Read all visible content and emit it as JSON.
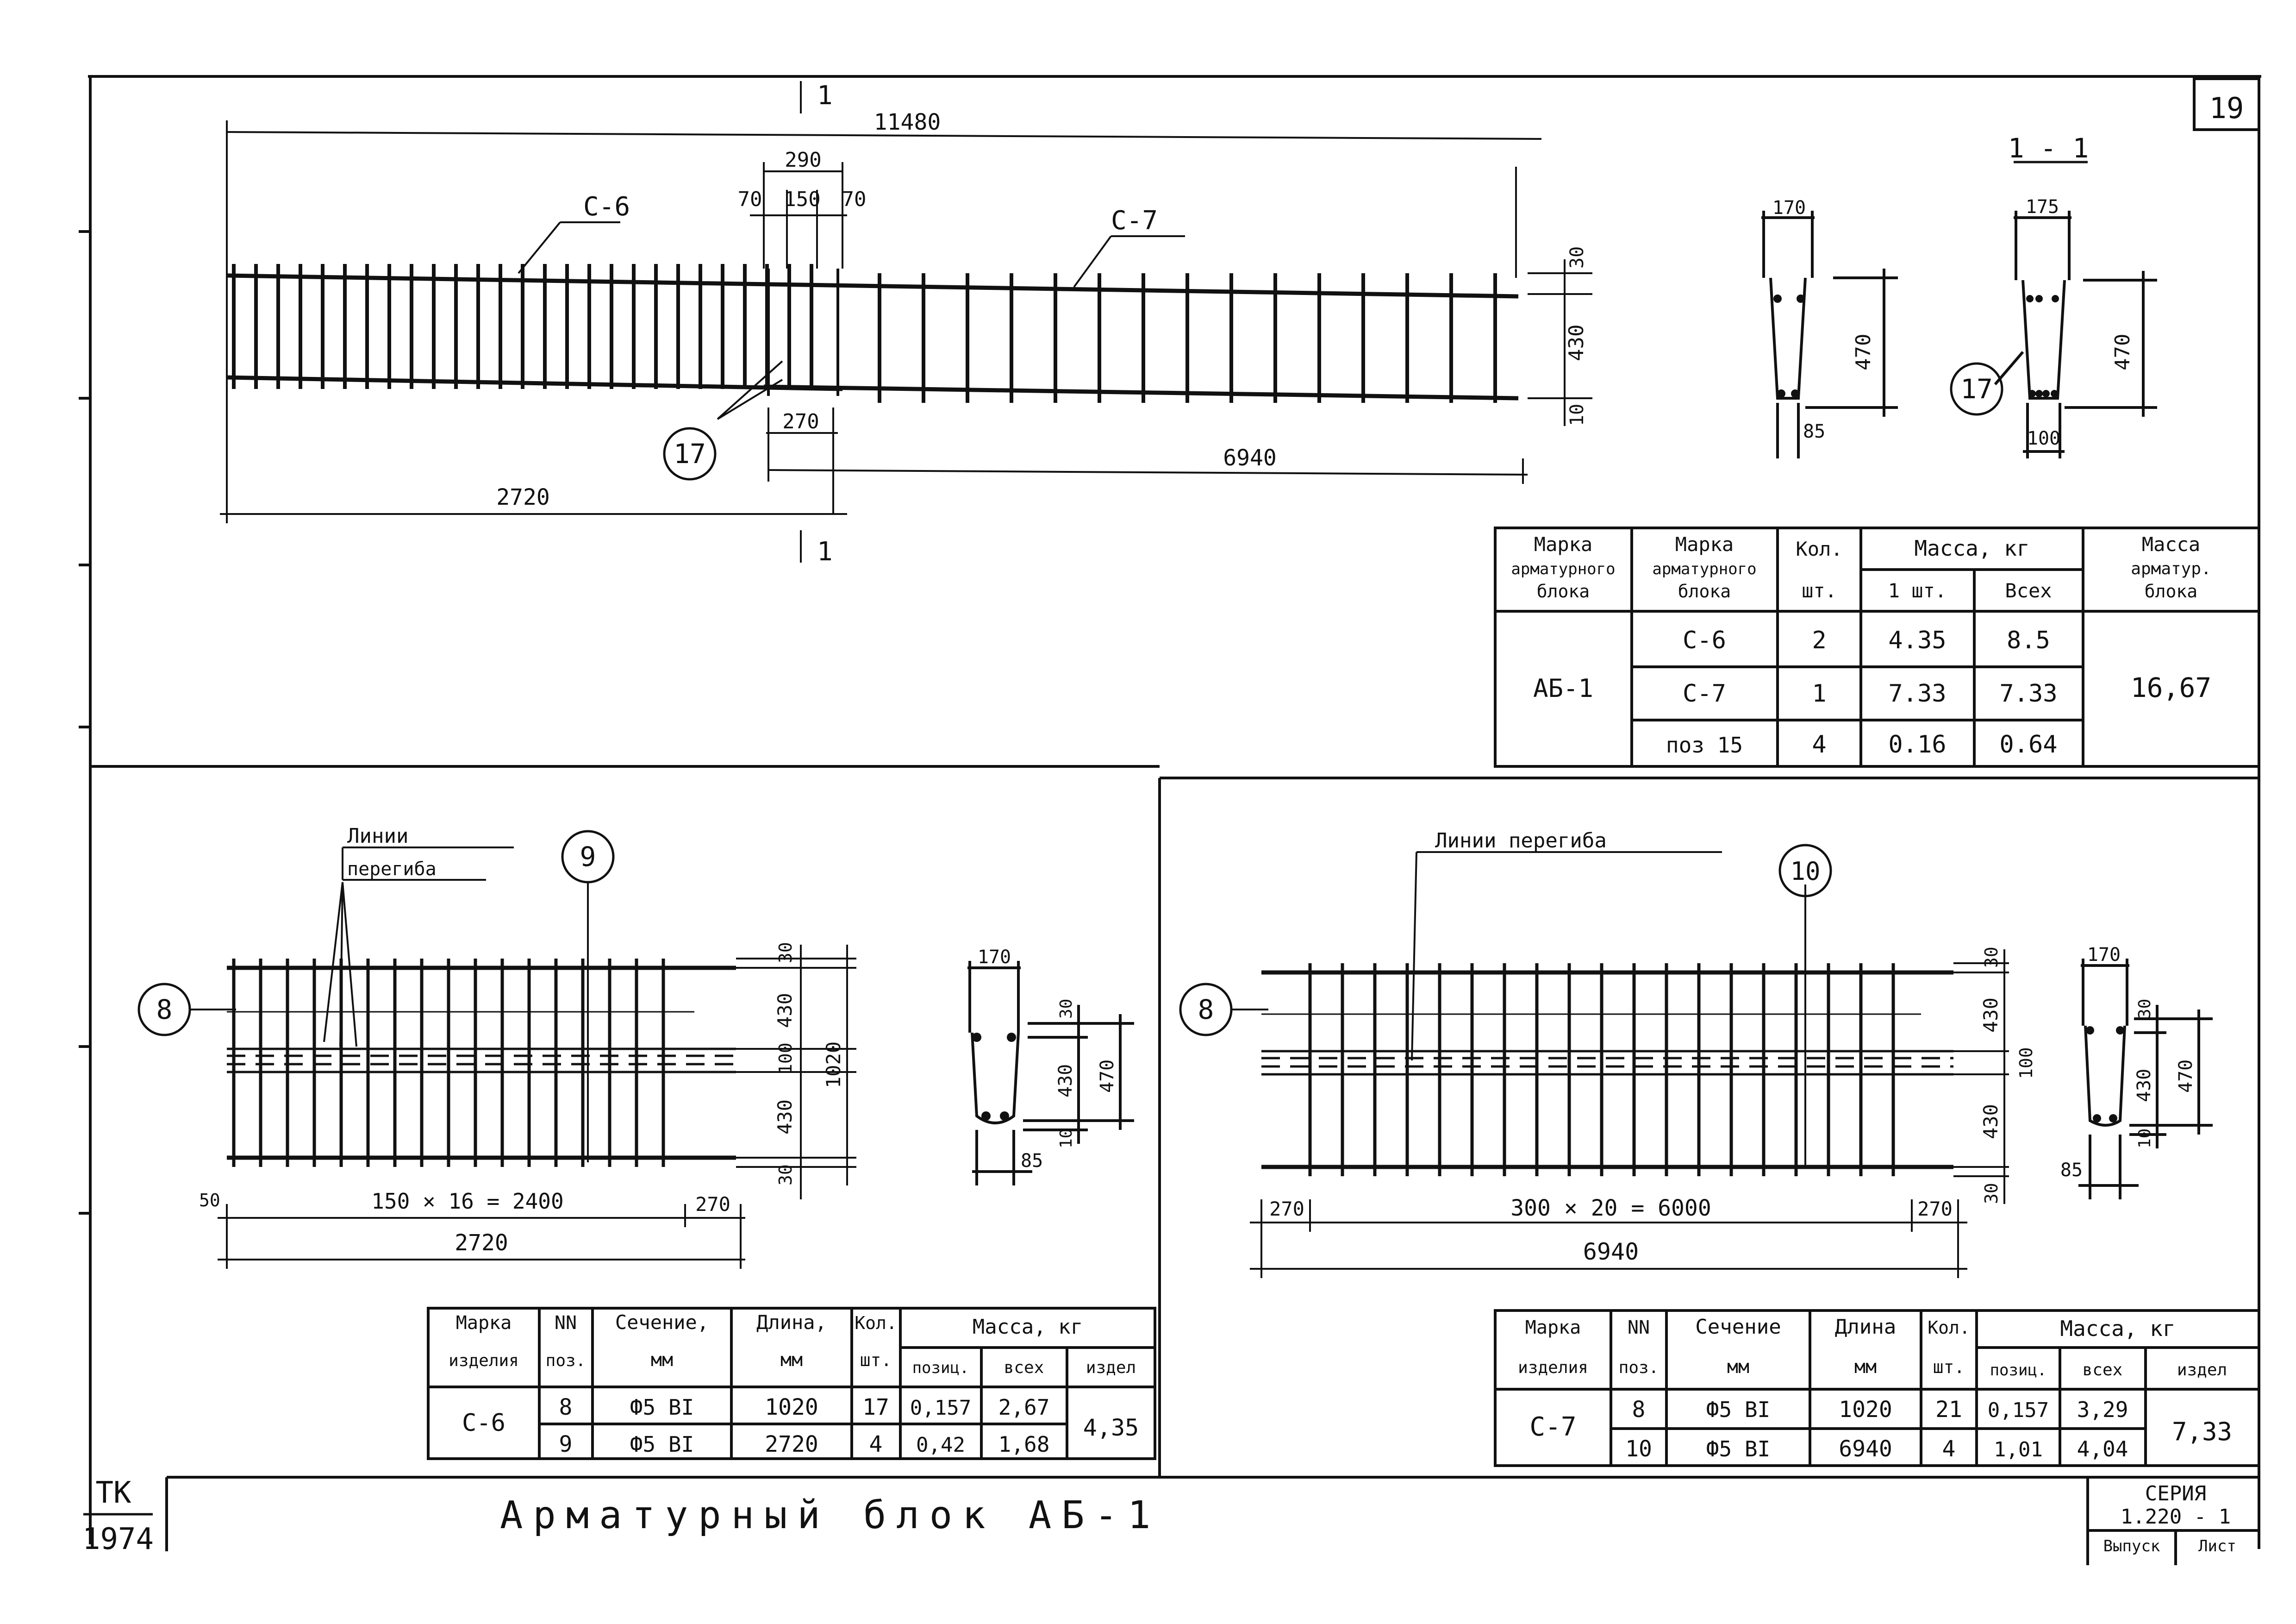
{
  "sheet": {
    "number": "19",
    "title": "Арматурный блок АБ-1",
    "stamp_top": "ТК",
    "stamp_year": "1974",
    "series_label": "СЕРИЯ",
    "series_value": "1.220 - 1",
    "issue_label": "Выпуск",
    "sheet_label": "Лист"
  },
  "top_drawing": {
    "mark_c6": "С-6",
    "mark_c7": "С-7",
    "section_mark": "1",
    "dim_total": "11480",
    "dim_290": "290",
    "dim_70a": "70",
    "dim_150": "150",
    "dim_70b": "70",
    "dim_30": "30",
    "dim_430": "430",
    "dim_10": "10",
    "dim_270": "270",
    "dim_6940": "6940",
    "dim_2720": "2720",
    "pos_17": "17",
    "sec_left": {
      "w_top": "170",
      "h": "470",
      "w_bot": "85"
    },
    "sec_right": {
      "title": "1 - 1",
      "w_top": "175",
      "h": "470",
      "w_bot": "100",
      "pos": "17"
    }
  },
  "block_table": {
    "h_mark_block": [
      "Марка",
      "арматурного",
      "блока"
    ],
    "h_mark_part": [
      "Марка",
      "арматурного",
      "блока"
    ],
    "h_count": [
      "Кол.",
      "шт."
    ],
    "h_mass": "Масса, кг",
    "h_one": "1 шт.",
    "h_all": "Всех",
    "h_total": [
      "Масса",
      "арматур.",
      "блока"
    ],
    "block": "АБ-1",
    "rows": [
      {
        "part": "С-6",
        "count": "2",
        "one": "4.35",
        "all": "8.5"
      },
      {
        "part": "С-7",
        "count": "1",
        "one": "7.33",
        "all": "7.33"
      },
      {
        "part": "поз 15",
        "count": "4",
        "one": "0.16",
        "all": "0.64"
      }
    ],
    "total": "16,67"
  },
  "c6_drawing": {
    "bend_label_1": "Линии",
    "bend_label_2": "перегиба",
    "pos_9": "9",
    "pos_8": "8",
    "d30a": "30",
    "d430a": "430",
    "d100": "100",
    "d430b": "430",
    "d30b": "30",
    "d1020": "1020",
    "d50": "50",
    "d_spacing": "150 × 16 = 2400",
    "d270": "270",
    "d2720": "2720",
    "sec": {
      "w_top": "170",
      "d30": "30",
      "d430": "430",
      "d470": "470",
      "d10": "10",
      "w_bot": "85"
    }
  },
  "c6_table": {
    "h": {
      "mark": [
        "Марка",
        "изделия"
      ],
      "pos": [
        "NN",
        "поз."
      ],
      "section": [
        "Сечение,",
        "мм"
      ],
      "length": [
        "Длина,",
        "мм"
      ],
      "count": [
        "Кол.",
        "шт."
      ],
      "mass": "Масса, кг",
      "m_pos": "позиц.",
      "m_all": "всех",
      "m_item": "издел"
    },
    "mark": "С-6",
    "rows": [
      {
        "pos": "8",
        "section": "Ф5 ВI",
        "length": "1020",
        "count": "17",
        "m_pos": "0,157",
        "m_all": "2,67"
      },
      {
        "pos": "9",
        "section": "Ф5 ВI",
        "length": "2720",
        "count": "4",
        "m_pos": "0,42",
        "m_all": "1,68"
      }
    ],
    "total": "4,35"
  },
  "c7_drawing": {
    "bend_label": "Линии перегиба",
    "pos_10": "10",
    "pos_8": "8",
    "d30a": "30",
    "d430a": "430",
    "d100": "100",
    "d430b": "430",
    "d30b": "30",
    "d270a": "270",
    "d_spacing": "300 × 20 = 6000",
    "d270b": "270",
    "d6940": "6940",
    "sec": {
      "w_top": "170",
      "d30": "30",
      "d430": "430",
      "d470": "470",
      "d10": "10",
      "w_bot": "85"
    }
  },
  "c7_table": {
    "h": {
      "mark": [
        "Марка",
        "изделия"
      ],
      "pos": [
        "NN",
        "поз."
      ],
      "section": [
        "Сечение",
        "мм"
      ],
      "length": [
        "Длина",
        "мм"
      ],
      "count": [
        "Кол.",
        "шт."
      ],
      "mass": "Масса, кг",
      "m_pos": "позиц.",
      "m_all": "всех",
      "m_item": "издел"
    },
    "mark": "С-7",
    "rows": [
      {
        "pos": "8",
        "section": "Ф5 ВI",
        "length": "1020",
        "count": "21",
        "m_pos": "0,157",
        "m_all": "3,29"
      },
      {
        "pos": "10",
        "section": "Ф5 ВI",
        "length": "6940",
        "count": "4",
        "m_pos": "1,01",
        "m_all": "4,04"
      }
    ],
    "total": "7,33"
  }
}
